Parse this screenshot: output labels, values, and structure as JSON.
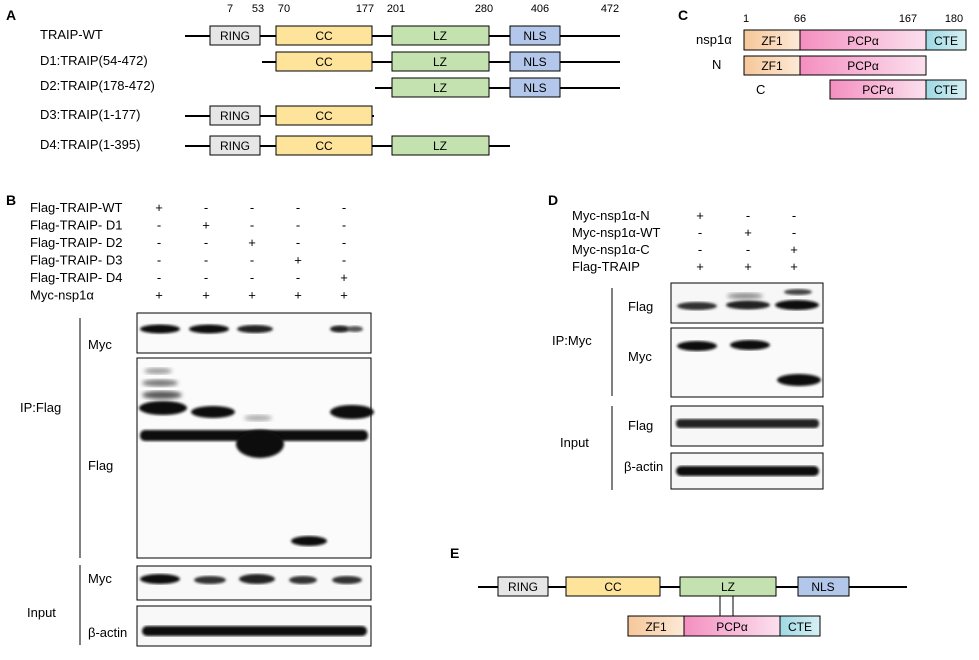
{
  "panels": {
    "A": {
      "letter": "A",
      "numbers": [
        "7",
        "53",
        "70",
        "177",
        "201",
        "280",
        "406",
        "472"
      ],
      "constructs": [
        "TRAIP-WT",
        "D1:TRAIP(54-472)",
        "D2:TRAIP(178-472)",
        "D3:TRAIP(1-177)",
        "D4:TRAIP(1-395)"
      ],
      "domains": {
        "ring": "RING",
        "cc": "CC",
        "lz": "LZ",
        "nls": "NLS"
      }
    },
    "B": {
      "letter": "B",
      "rows": [
        {
          "label": "Flag-TRAIP-WT",
          "signs": [
            "+",
            "-",
            "-",
            "-",
            "-"
          ]
        },
        {
          "label": "Flag-TRAIP- D1",
          "signs": [
            "-",
            "+",
            "-",
            "-",
            "-"
          ]
        },
        {
          "label": "Flag-TRAIP- D2",
          "signs": [
            "-",
            "-",
            "+",
            "-",
            "-"
          ]
        },
        {
          "label": "Flag-TRAIP- D3",
          "signs": [
            "-",
            "-",
            "-",
            "+",
            "-"
          ]
        },
        {
          "label": "Flag-TRAIP- D4",
          "signs": [
            "-",
            "-",
            "-",
            "-",
            "+"
          ]
        },
        {
          "label": "Myc-nsp1α",
          "signs": [
            "+",
            "+",
            "+",
            "+",
            "+"
          ]
        }
      ],
      "group_ip": "IP:Flag",
      "group_input": "Input",
      "blots": {
        "myc_ip": "Myc",
        "flag_ip": "Flag",
        "myc_input": "Myc",
        "actin": "β-actin"
      }
    },
    "C": {
      "letter": "C",
      "numbers": [
        "1",
        "66",
        "167",
        "180"
      ],
      "constructs": [
        "nsp1α",
        "N",
        "C"
      ],
      "domains": {
        "zf1": "ZF1",
        "pcp": "PCPα",
        "cte": "CTE"
      }
    },
    "D": {
      "letter": "D",
      "rows": [
        {
          "label": "Myc-nsp1α-N",
          "signs": [
            "+",
            "-",
            "-"
          ]
        },
        {
          "label": "Myc-nsp1α-WT",
          "signs": [
            "-",
            "+",
            "-"
          ]
        },
        {
          "label": "Myc-nsp1α-C",
          "signs": [
            "-",
            "-",
            "+"
          ]
        },
        {
          "label": "Flag-TRAIP",
          "signs": [
            "+",
            "+",
            "+"
          ]
        }
      ],
      "group_ip": "IP:Myc",
      "group_input": "Input",
      "blots": {
        "flag_ip": "Flag",
        "myc_ip": "Myc",
        "flag_input": "Flag",
        "actin": "β-actin"
      }
    },
    "E": {
      "letter": "E",
      "domains": {
        "ring": "RING",
        "cc": "CC",
        "lz": "LZ",
        "nls": "NLS",
        "zf1": "ZF1",
        "pcp": "PCPα",
        "cte": "CTE"
      }
    }
  },
  "colors": {
    "ring": "#e6e6e6",
    "cc": "#fde49a",
    "lz": "#c4e2b0",
    "nls": "#b3c7ea",
    "zf1": "#f8cfa6",
    "pcp": "#f4a0c8",
    "cte": "#a9dde6"
  }
}
